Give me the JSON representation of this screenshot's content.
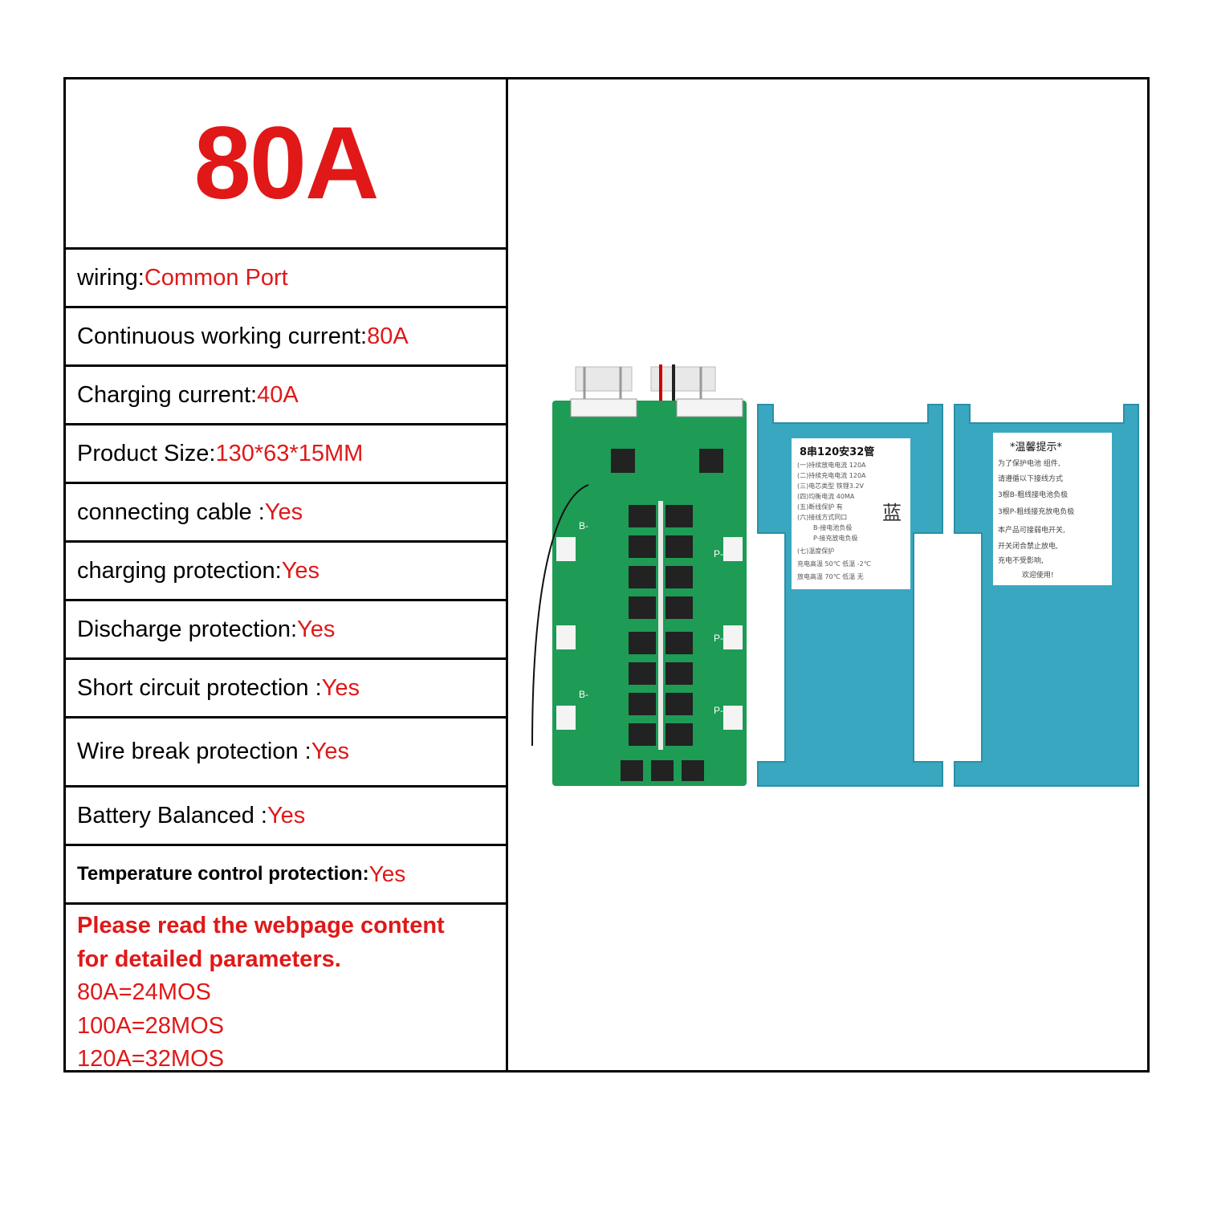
{
  "title": "80A",
  "specs": [
    {
      "label": "wiring: ",
      "value": "Common Port"
    },
    {
      "label": "Continuous  working current:",
      "value": "80A"
    },
    {
      "label": "Charging current:",
      "value": "40A"
    },
    {
      "label": "Product Size:",
      "value": "130*63*15MM"
    },
    {
      "label": "connecting cable : ",
      "value": "Yes"
    },
    {
      "label": "charging protection: ",
      "value": "Yes"
    },
    {
      "label": "Discharge protection: ",
      "value": "Yes"
    },
    {
      "label": "Short circuit protection :",
      "value": "Yes"
    },
    {
      "label": "Wire break protection :",
      "value": "Yes"
    },
    {
      "label": "Battery Balanced :",
      "value": "Yes"
    },
    {
      "label": "Temperature control protection:",
      "value": "Yes"
    }
  ],
  "note": {
    "line1": "Please read the webpage content",
    "line2": "for detailed parameters.",
    "mos": [
      "80A=24MOS",
      "100A=28MOS",
      "120A=32MOS"
    ]
  },
  "photo": {
    "sticker1_title": "8串120安32管",
    "sticker1_lines": [
      "(一)持续放电电流 120A",
      "(二)持续充电电流 120A",
      "(三)电芯类型 铁锂3.2V",
      "(四)均衡电流 40MA",
      "(五)断线保护 有",
      "(六)接线方式同口",
      "B-接电池负极",
      "P-接充放电负极",
      "(七)温度保护",
      "充电高温 50℃ 低温 -2℃",
      "放电高温 70℃ 低温 无"
    ],
    "sticker1_mark": "蓝",
    "sticker2_title": "*温馨提示*",
    "sticker2_lines": [
      "为了保护电池  组件,",
      "请遵循以下接线方式",
      "3根B-粗线接电池负极",
      "3根P-粗线接充放电负极",
      "本产品可接弱电开关,",
      "开关闭合禁止放电,",
      "充电不受影响,",
      "欢迎使用!"
    ],
    "pcb_labels": [
      "B-",
      "P-",
      "P-",
      "B-",
      "P-"
    ]
  },
  "colors": {
    "accent": "#e01818",
    "pcb": "#1e9b55",
    "insulator": "#3aa7c1"
  }
}
